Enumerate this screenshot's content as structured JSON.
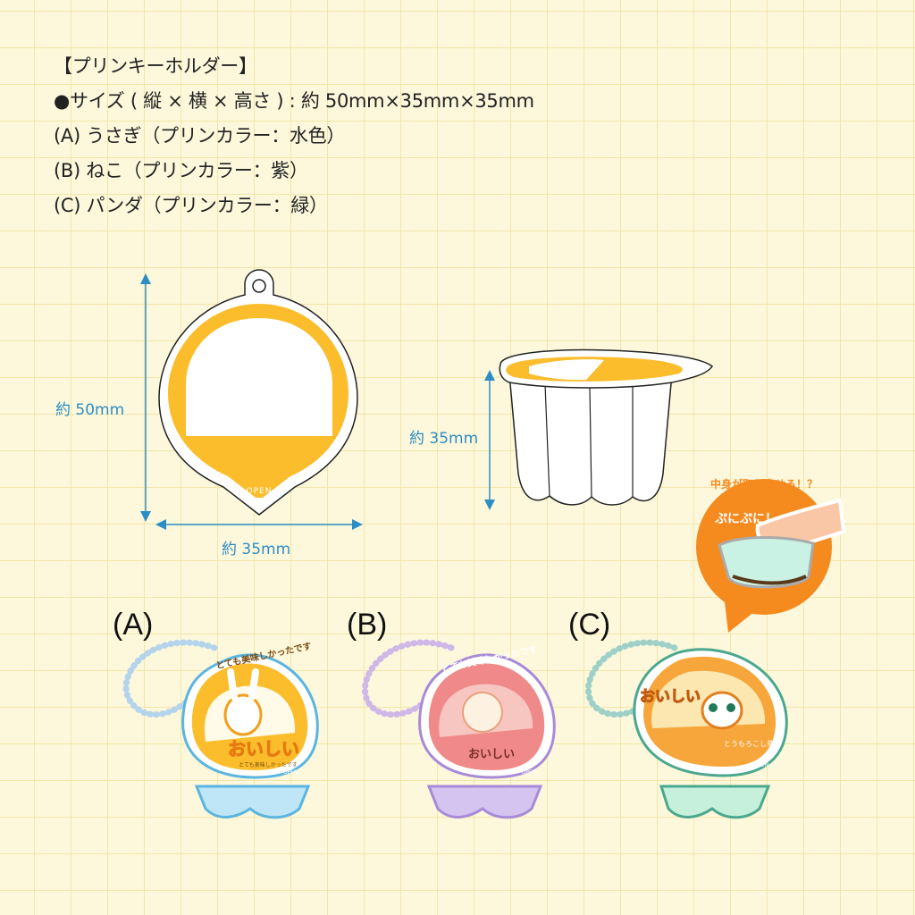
{
  "product": {
    "title": "【プリンキーホルダー】",
    "size_line": "●サイズ ( 縦 × 横 × 高さ ) : 約 50mm×35mm×35mm",
    "variants": [
      {
        "label": "(A)",
        "line": "(A) うさぎ（プリンカラー：水色）",
        "pudding_color": "#bfe6f7"
      },
      {
        "label": "(B)",
        "line": "(B) ねこ（プリンカラー：紫）",
        "pudding_color": "#d6c4f0"
      },
      {
        "label": "(C)",
        "line": "(C) パンダ（プリンカラー：緑）",
        "pudding_color": "#c6f0dc"
      }
    ]
  },
  "diagram": {
    "height_label": "約 50mm",
    "width_label": "約 35mm",
    "depth_label": "約 35mm",
    "open_label": "OPEN"
  },
  "bubble": {
    "headline": "中身が取り出せる！？",
    "sound": "ぷにぷに！"
  },
  "keychains": {
    "a": {
      "arc_text": "とても美味しかったです",
      "main_text": "おいしい",
      "sub_text": "とても美味しかったです",
      "open": "OPEN"
    },
    "b": {
      "arc_text": "とても美味しかったです",
      "main_text": "おいしい",
      "open": "OPEN"
    },
    "c": {
      "main_text": "おいしい",
      "sub_text": "とうもろこし茶",
      "open": "OPEN"
    }
  },
  "colors": {
    "accent_yellow": "#fbbd2c",
    "dimension_blue": "#2d8ec6",
    "bubble_orange": "#f58a1f"
  }
}
